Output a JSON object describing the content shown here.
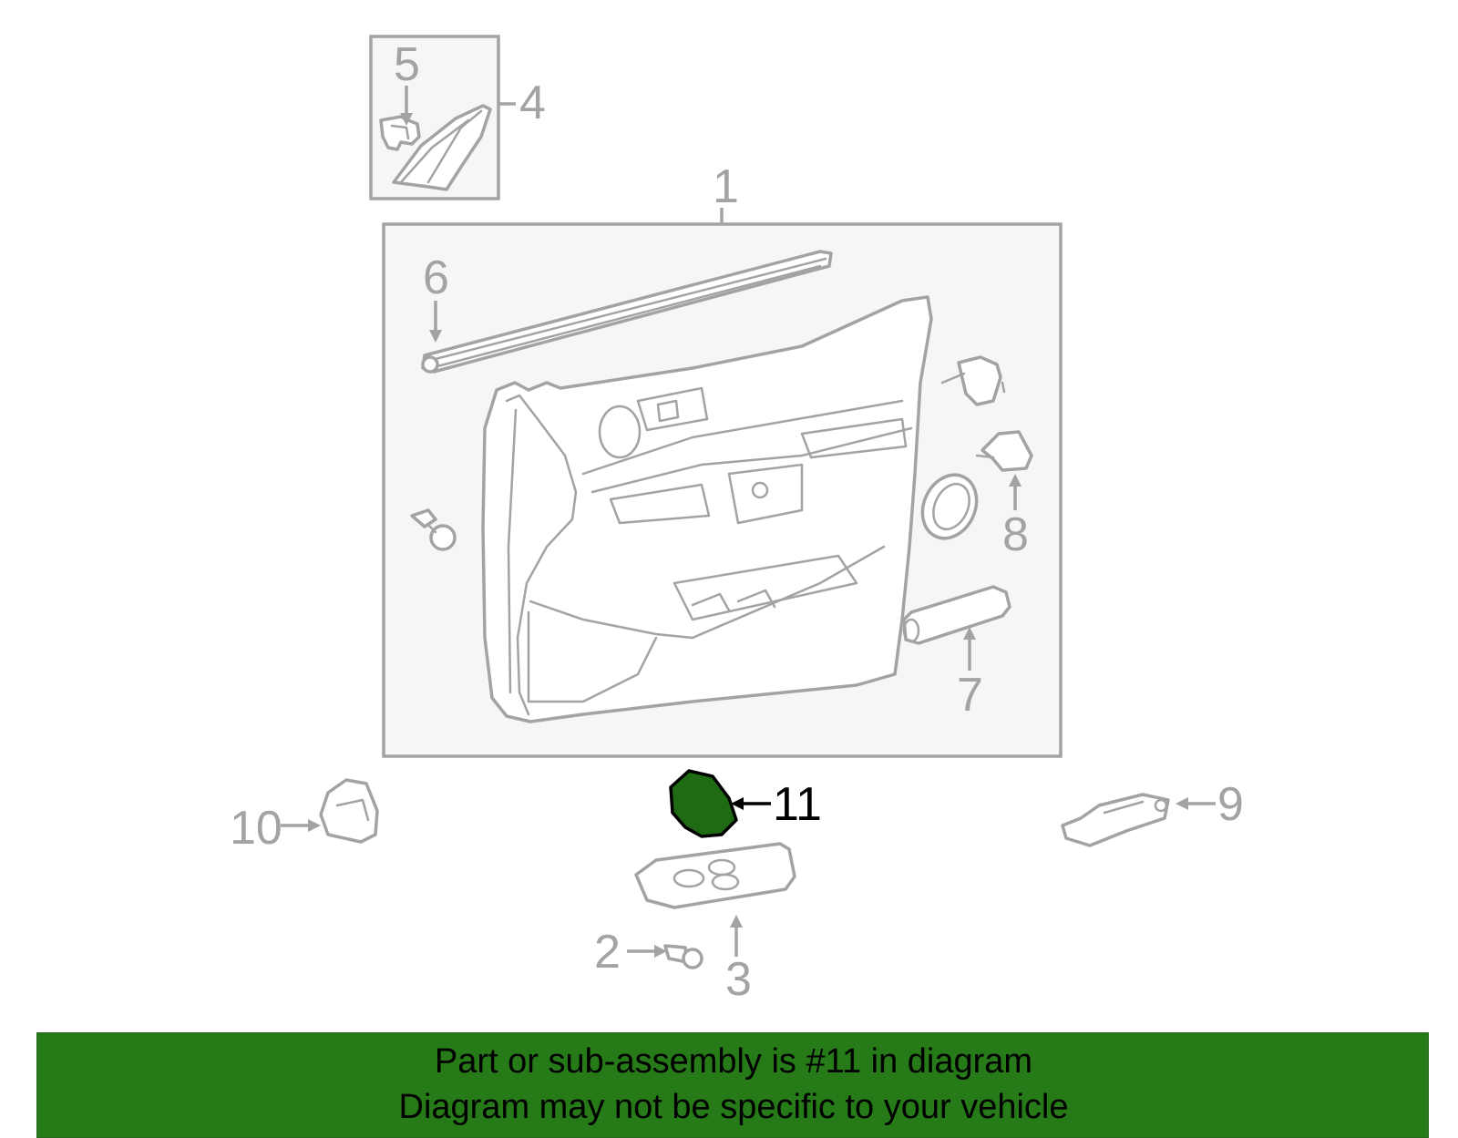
{
  "colors": {
    "line": "#a3a3a3",
    "highlight_part": "#1e6b13",
    "banner": "#267a18",
    "panel_fill": "#f6f6f6"
  },
  "callouts": {
    "c1": "1",
    "c2": "2",
    "c3": "3",
    "c4": "4",
    "c5": "5",
    "c6": "6",
    "c7": "7",
    "c8": "8",
    "c9": "9",
    "c10": "10",
    "c11": "11"
  },
  "highlighted_part": "11",
  "footer": {
    "line1": "Part or sub-assembly is #11 in diagram",
    "line2": "Diagram may not be specific to your vehicle"
  }
}
